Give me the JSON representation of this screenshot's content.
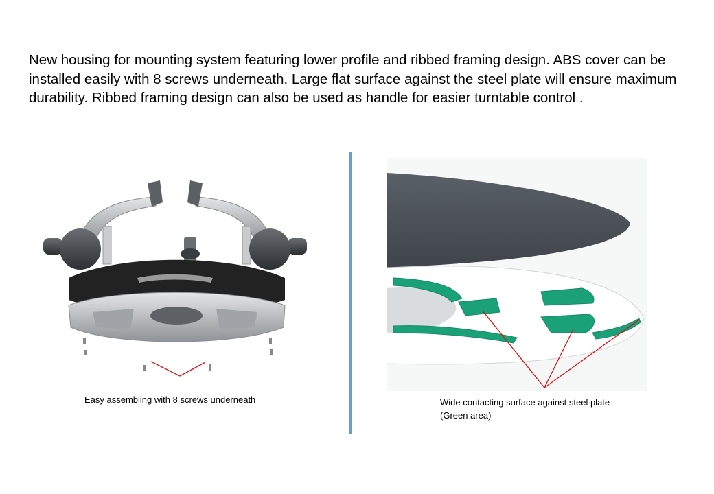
{
  "slide": {
    "description": "New housing for mounting system featuring lower profile and ribbed framing design.  ABS cover can be installed easily with 8 screws underneath.  Large flat surface against the steel plate will ensure maximum durability. Ribbed framing design can also be used as handle for easier turntable control ."
  },
  "left_figure": {
    "caption": "Easy assembling with 8 screws underneath"
  },
  "right_figure": {
    "caption_line1": "Wide contacting surface against steel plate",
    "caption_line2": "(Green area)"
  },
  "colors": {
    "divider": "#6c9cc4",
    "arrow": "#e01010",
    "contact_green": "#1aa178",
    "plate_dark": "#4b5158",
    "housing_silver": "#b4b6ba",
    "cover_black": "#222222"
  }
}
